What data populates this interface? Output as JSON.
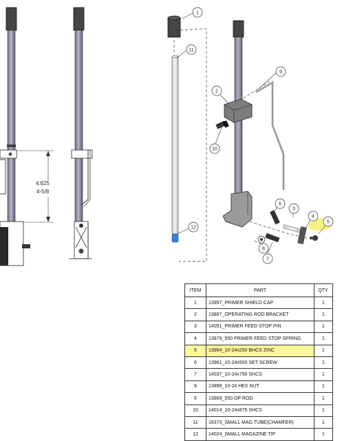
{
  "dimension": {
    "decimal": "4.625",
    "fraction": "4-5/8"
  },
  "callouts": [
    "1",
    "2",
    "3",
    "4",
    "5",
    "6",
    "7",
    "8",
    "9",
    "10",
    "11",
    "12"
  ],
  "colors": {
    "highlight": "#fff59a",
    "highlight_blob": "#f6f06a",
    "tube": "#8c8ca4",
    "tip": "#3a7fd9"
  },
  "table": {
    "headers": {
      "item": "ITEM",
      "part": "PART",
      "qty": "QTY."
    },
    "highlighted_item": "5",
    "rows": [
      {
        "item": "1",
        "part": "13957_PRIMER SHIELD CAP",
        "qty": "1"
      },
      {
        "item": "2",
        "part": "13887_OPERATING ROD BRACKET",
        "qty": "1"
      },
      {
        "item": "3",
        "part": "14051_PRIMER FEED STOP PIN",
        "qty": "1"
      },
      {
        "item": "4",
        "part": "13979_550 PRIMER FEED STOP SPRING",
        "qty": "1"
      },
      {
        "item": "5",
        "part": "13964_10-24x250 BHCS ZINC",
        "qty": "1"
      },
      {
        "item": "6",
        "part": "13961_10-24x500 SET SCREW",
        "qty": "1"
      },
      {
        "item": "7",
        "part": "14037_10-24x750 SHCS",
        "qty": "1"
      },
      {
        "item": "8",
        "part": "13898_10-24 HEX NUT",
        "qty": "1"
      },
      {
        "item": "9",
        "part": "13869_550 OP ROD",
        "qty": "1"
      },
      {
        "item": "10",
        "part": "14014_10-24x875 SHCS",
        "qty": "1"
      },
      {
        "item": "11",
        "part": "16373_SMALL MAG TUBE(CHAMFER)",
        "qty": "1"
      },
      {
        "item": "12",
        "part": "14024_SMALL MAGAZINE TIP",
        "qty": "1"
      }
    ]
  }
}
